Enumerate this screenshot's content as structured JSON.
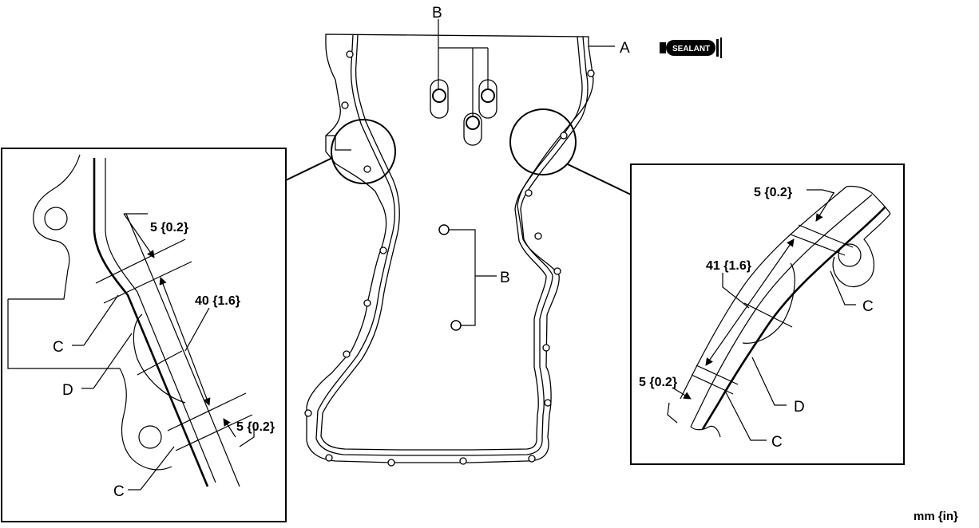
{
  "labels": {
    "a": "A",
    "b": "B",
    "c": "C",
    "d": "D"
  },
  "sealant_badge": "SEALANT",
  "left_detail": {
    "dim_top": "5 {0.2}",
    "dim_length": "40 {1.6}",
    "dim_bottom": "5 {0.2}"
  },
  "right_detail": {
    "dim_top": "5 {0.2}",
    "dim_length": "41 {1.6}",
    "dim_bottom": "5 {0.2}"
  },
  "unit_note": "mm {in}"
}
